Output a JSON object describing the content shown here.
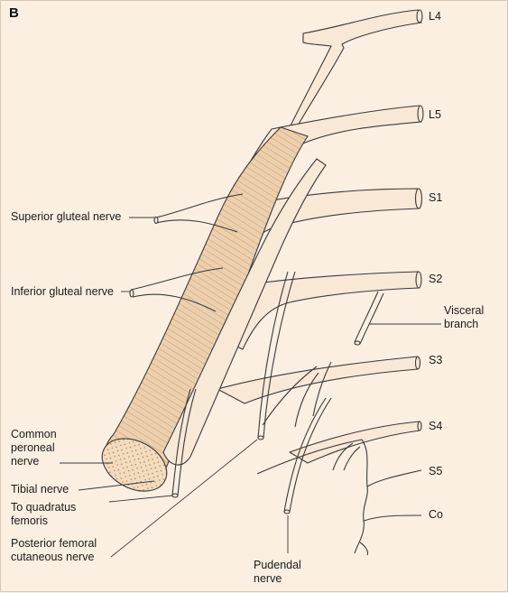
{
  "figure": {
    "panel_letter": "B",
    "colors": {
      "background": "#fbefe2",
      "nerve_fill": "#f8e8d6",
      "trunk_fill": "#e9c9a4",
      "fiber_stroke": "#c89a6c",
      "outline": "#3a3a3a"
    },
    "roots": [
      "L4",
      "L5",
      "S1",
      "S2",
      "S3",
      "S4",
      "S5",
      "Co"
    ],
    "labels": {
      "superior_gluteal": "Superior gluteal nerve",
      "inferior_gluteal": "Inferior gluteal nerve",
      "visceral_branch": "Visceral\nbranch",
      "common_peroneal": "Common\nperoneal\nnerve",
      "tibial": "Tibial nerve",
      "quadratus": "To quadratus\nfemoris",
      "posterior_cutaneous": "Posterior femoral\ncutaneous nerve",
      "pudendal": "Pudendal\nnerve"
    }
  }
}
